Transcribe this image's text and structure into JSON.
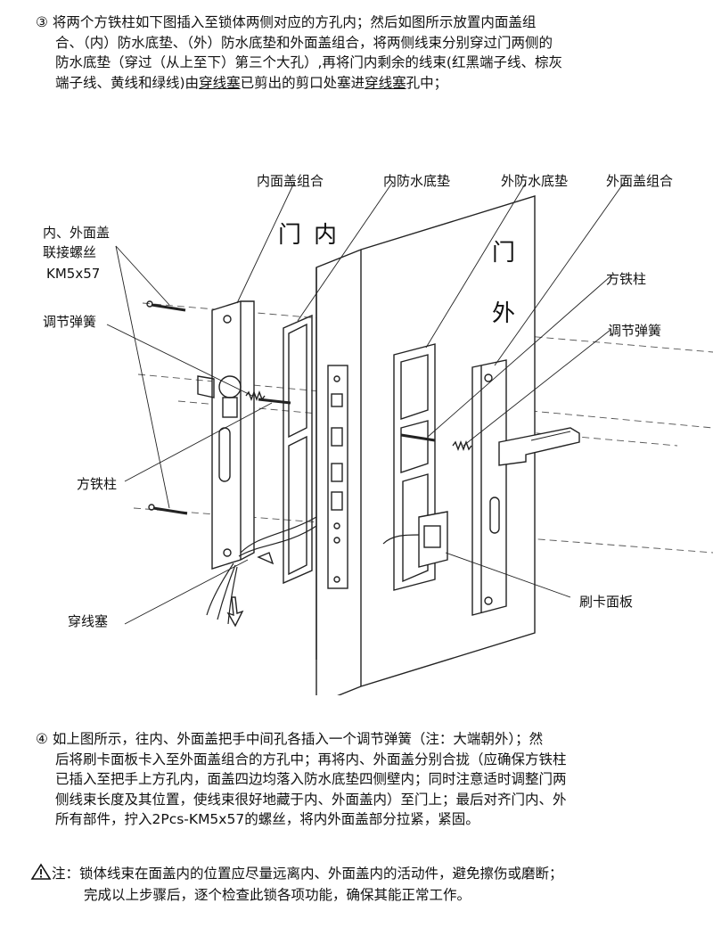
{
  "step3": {
    "line1": "③ 将两个方铁柱如下图插入至锁体两侧对应的方孔内；然后如图所示放置内面盖组",
    "line2": "合、（内）防水底垫、（外）防水底垫和外面盖组合，将两侧线束分别穿过门两侧的",
    "line3": "防水底垫（穿过（从上至下）第三个大孔）,再将门内剩余的线束(红黑端子线、棕灰",
    "line4_a": "端子线、黄线和绿线)由",
    "line4_b": "穿线塞",
    "line4_c": "已剪出的剪口处塞进",
    "line4_d": "穿线塞",
    "line4_e": "孔中；"
  },
  "diagram": {
    "label_inner_cover": "内面盖组合",
    "label_inner_pad": "内防水底垫",
    "label_outer_pad": "外防水底垫",
    "label_outer_cover": "外面盖组合",
    "label_screw_1": "内、外面盖",
    "label_screw_2": "联接螺丝",
    "label_screw_3": "KM5x57",
    "label_spring_left": "调节弹簧",
    "label_spring_right": "调节弹簧",
    "label_bar_left": "方铁柱",
    "label_bar_right": "方铁柱",
    "label_grommet": "穿线塞",
    "label_card_panel": "刷卡面板",
    "door_inside_1": "门",
    "door_inside_2": "内",
    "door_outside_1": "门",
    "door_outside_2": "外"
  },
  "step4": {
    "line1": "④ 如上图所示，往内、外面盖把手中间孔各插入一个调节弹簧（注：大端朝外）；然",
    "line2": "后将刷卡面板卡入至外面盖组合的方孔中；再将内、外面盖分别合拢（应确保方铁柱",
    "line3": "已插入至把手上方孔内，面盖四边均落入防水底垫四侧壁内；同时注意适时调整门两",
    "line4": "侧线束长度及其位置，使线束很好地藏于内、外面盖内）至门上；最后对齐门内、外",
    "line5": "所有部件，拧入2Pcs-KM5x57的螺丝，将内外面盖部分拉紧，紧固。"
  },
  "note": {
    "line1": "注：锁体线束在面盖内的位置应尽量远离内、外面盖内的活动件，避免擦伤或磨断；",
    "line2": "完成以上步骤后，逐个检查此锁各项功能，确保其能正常工作。"
  }
}
